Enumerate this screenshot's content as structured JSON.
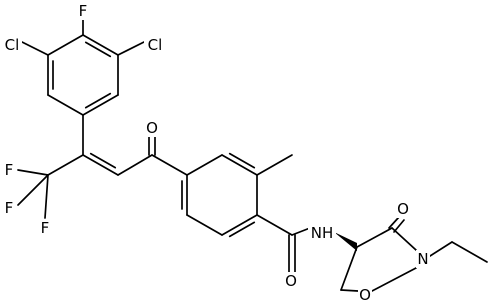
{
  "atoms": {
    "f_para": "F",
    "cl_left": "Cl",
    "cl_right": "Cl",
    "o_ketone": "O",
    "f1": "F",
    "f2": "F",
    "f3": "F",
    "nh": "NH",
    "o_amide": "O",
    "o_ring_ketone": "O",
    "n_ring": "N",
    "o_ring": "O"
  },
  "colors": {
    "bond": "#000000",
    "background": "#ffffff"
  }
}
